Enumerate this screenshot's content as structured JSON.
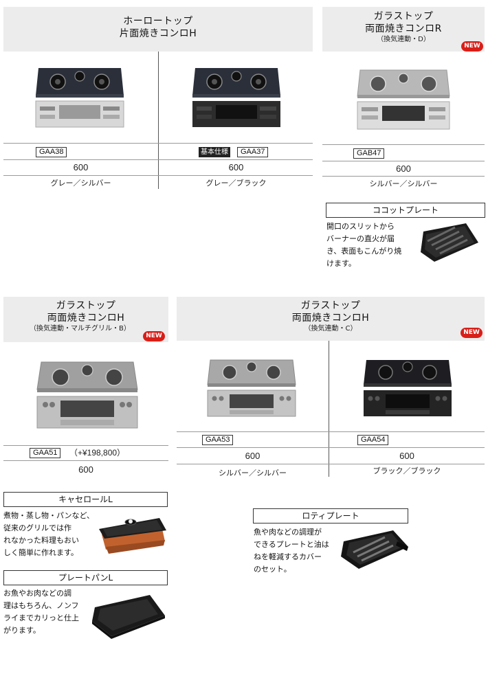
{
  "panels": {
    "enamel": {
      "title1": "ホーロートップ",
      "title2": "片面焼きコンロH",
      "products": [
        {
          "model": "GAA38",
          "width": "600",
          "color": "グレー／シルバー"
        },
        {
          "badge": "基本仕様",
          "model": "GAA37",
          "width": "600",
          "color": "グレー／ブラック"
        }
      ]
    },
    "glass_r": {
      "title1": "ガラストップ",
      "title2": "両面焼きコンロR",
      "sub": "（換気連動・D）",
      "new": "NEW",
      "products": [
        {
          "model": "GAB47",
          "width": "600",
          "color": "シルバー／シルバー"
        }
      ]
    },
    "glass_h_b": {
      "title1": "ガラストップ",
      "title2": "両面焼きコンロH",
      "sub": "（換気連動・マルチグリル・B）",
      "new": "NEW",
      "products": [
        {
          "model": "GAA51",
          "price": "（+¥198,800）",
          "width": "600"
        }
      ]
    },
    "glass_h_c": {
      "title1": "ガラストップ",
      "title2": "両面焼きコンロH",
      "sub": "（換気連動・C）",
      "new": "NEW",
      "products": [
        {
          "model": "GAA53",
          "width": "600",
          "color": "シルバー／シルバー"
        },
        {
          "model": "GAA54",
          "width": "600",
          "color": "ブラック／ブラック"
        }
      ]
    }
  },
  "accessories": {
    "cocotte": {
      "title": "ココットプレート",
      "lines": [
        "開口のスリットから",
        "バーナーの直火が届",
        "き、表面もこんがり焼",
        "けます。"
      ]
    },
    "casserole": {
      "title": "キャセロールL",
      "lines": [
        "煮物・蒸し物・パンなど、",
        "従来のグリルでは作",
        "れなかった料理もおい",
        "しく簡単に作れます。"
      ]
    },
    "plate_pan": {
      "title": "プレートパンL",
      "lines": [
        "お魚やお肉などの調",
        "理はもちろん、ノンフ",
        "ライまでカリっと仕上",
        "がります。"
      ]
    },
    "roti": {
      "title": "ロティプレート",
      "lines": [
        "魚や肉などの調理が",
        "できるプレートと油は",
        "ねを軽減するカバー",
        "のセット。"
      ]
    }
  }
}
